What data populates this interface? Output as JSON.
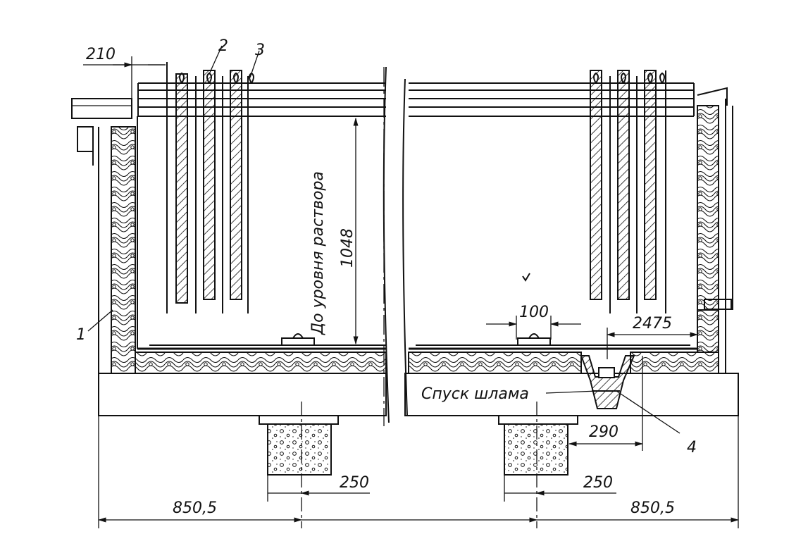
{
  "labels": {
    "dim_210": "210",
    "dim_1048": "1048",
    "level_caption": "До уровня раствора",
    "dim_100": "100",
    "dim_2475": "2475",
    "dim_290": "290",
    "dim_250_left": "250",
    "dim_250_right": "250",
    "dim_850_left": "850,5",
    "dim_850_right": "850,5",
    "sludge_drain": "Спуск шлама",
    "callout_1": "1",
    "callout_2": "2",
    "callout_3": "3",
    "callout_4": "4"
  },
  "colors": {
    "ink": "#111111",
    "paper": "#ffffff"
  }
}
